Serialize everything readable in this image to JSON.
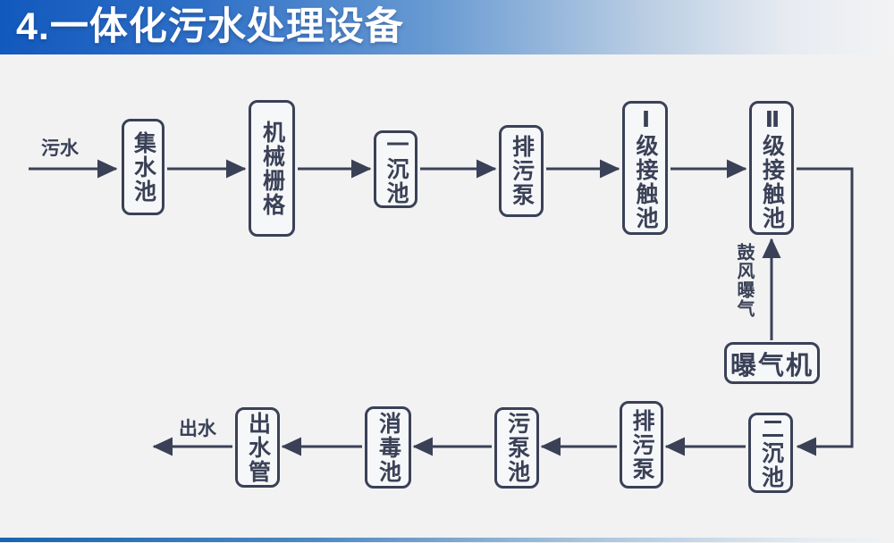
{
  "header": {
    "title": "4.一体化污水处理设备"
  },
  "diagram": {
    "influent_label": "污水",
    "effluent_label": "出水",
    "aeration_label": "鼓风曝气",
    "top_row": [
      "集水池",
      "机械栅格",
      "一沉池",
      "排污泵",
      "Ⅰ级接触池",
      "Ⅱ级接触池"
    ],
    "bottom_row": [
      "二沉池",
      "排污泵",
      "污泵池",
      "消毒池",
      "出水管"
    ],
    "aerator": "曝气机"
  },
  "colors": {
    "header_blue": "#1259bd",
    "line_and_text": "#3a4157",
    "background": "#f2f2f3",
    "node_fill": "#f6f7f8"
  }
}
